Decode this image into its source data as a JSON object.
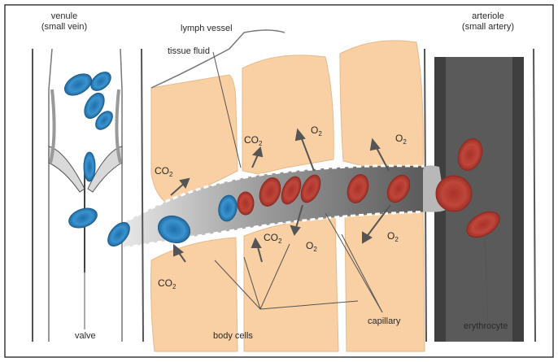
{
  "labels": {
    "venule_title": "venule",
    "venule_sub": "(small vein)",
    "arteriole_title": "arteriole",
    "arteriole_sub": "(small artery)",
    "lymph_vessel": "lymph vessel",
    "tissue_fluid": "tissue fluid",
    "valve": "valve",
    "body_cells": "body cells",
    "capillary": "capillary",
    "erythrocyte": "erythrocyte"
  },
  "gases": {
    "co2_main": "CO",
    "co2_sub": "2",
    "o2_main": "O",
    "o2_sub": "2"
  },
  "colors": {
    "border": "#3a3a3a",
    "cell_fill": "#f9cfa4",
    "venous_blood": "#2e86c1",
    "arterial_blood": "#c0392b",
    "vessel_wall": "#6b6b6b",
    "arteriole_lumen": "#4a4a4a"
  }
}
